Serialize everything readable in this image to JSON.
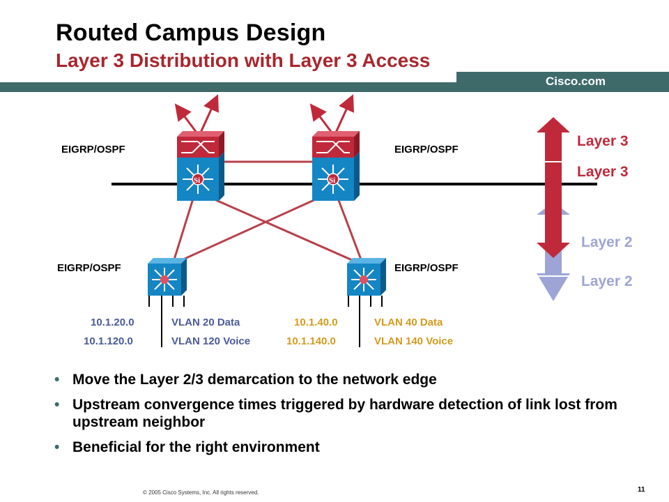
{
  "slide": {
    "title": "Routed Campus Design",
    "subtitle": "Layer 3 Distribution with Layer 3 Access",
    "brand": "Cisco.com",
    "footer": "© 2005 Cisco Systems, Inc. All rights reserved.",
    "page_number": "11"
  },
  "diagram": {
    "protocol_labels": {
      "distribution_left": "EIGRP/OSPF",
      "distribution_right": "EIGRP/OSPF",
      "access_left": "EIGRP/OSPF",
      "access_right": "EIGRP/OSPF"
    },
    "layer_labels": [
      "Layer 3",
      "Layer 3",
      "Layer 2",
      "Layer 2"
    ],
    "subnets": {
      "left": [
        {
          "network": "10.1.20.0",
          "vlan": "VLAN 20 Data"
        },
        {
          "network": "10.1.120.0",
          "vlan": "VLAN 120 Voice"
        }
      ],
      "right": [
        {
          "network": "10.1.40.0",
          "vlan": "VLAN 40 Data"
        },
        {
          "network": "10.1.140.0",
          "vlan": "VLAN 140 Voice"
        }
      ]
    },
    "colors": {
      "layer3": "#c0293a",
      "layer2": "#9ea5d6",
      "link": "#b8404a",
      "switch_blue": "#1486c4",
      "router_red": "#c0293a",
      "subnet_left": "#4a5a9a",
      "subnet_right": "#d29a1e",
      "header_bar": "#3e6a6a",
      "subtitle": "#a8262e"
    },
    "icons": {
      "distribution": "layer3-switch-icon",
      "access": "multilayer-switch-icon"
    }
  },
  "bullets": [
    "Move the Layer 2/3 demarcation to the network edge",
    "Upstream convergence times triggered by hardware detection of link lost from upstream neighbor",
    "Beneficial for the right environment"
  ]
}
